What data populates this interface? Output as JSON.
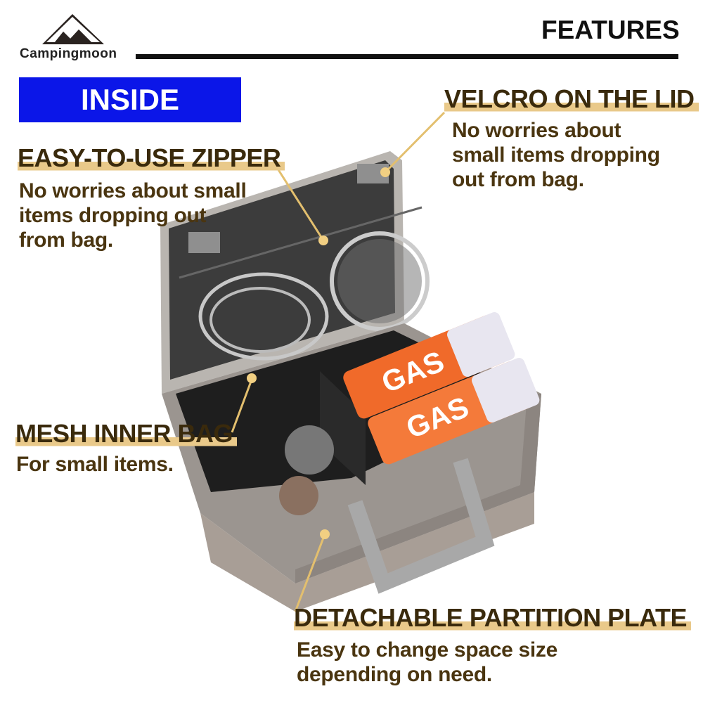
{
  "header": {
    "brand": "Campingmoon",
    "title": "FEATURES",
    "section_badge": "INSIDE"
  },
  "features": [
    {
      "title": "EASY-TO-USE ZIPPER",
      "lines": [
        "No worries about small",
        "items dropping out",
        "from bag."
      ]
    },
    {
      "title": "VELCRO ON THE LID",
      "lines": [
        "No worries about",
        "small items dropping",
        "out from bag."
      ]
    },
    {
      "title": "MESH INNER BAG",
      "lines": [
        "For small items."
      ]
    },
    {
      "title": "DETACHABLE PARTITION PLATE",
      "lines": [
        "Easy to change space size",
        "depending on need."
      ]
    }
  ],
  "product": {
    "can_label": "GAS"
  },
  "colors": {
    "badge": "#0b16e8",
    "heading_text": "#3a2a0c",
    "highlight": "#e9c98a",
    "leader": "#e3bf6e"
  }
}
